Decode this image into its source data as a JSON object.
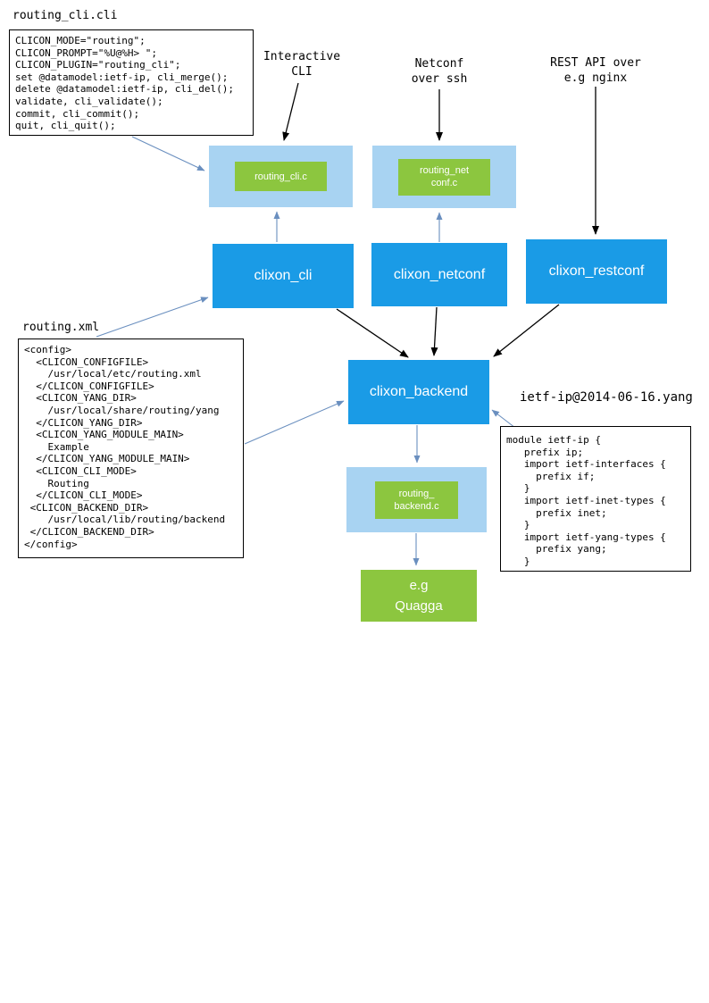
{
  "colors": {
    "node_blue": "#1a9be6",
    "panel_blue": "#a8d3f2",
    "accent_green": "#8cc63f",
    "arrow_blue": "#6a8fbf",
    "arrow_black": "#000000"
  },
  "files": {
    "cli": {
      "label": "routing_cli.cli",
      "code": "CLICON_MODE=\"routing\";\nCLICON_PROMPT=\"%U@%H> \";\nCLICON_PLUGIN=\"routing_cli\";\nset @datamodel:ietf-ip, cli_merge();\ndelete @datamodel:ietf-ip, cli_del();\nvalidate, cli_validate();\ncommit, cli_commit();\nquit, cli_quit();"
    },
    "xml": {
      "label": "routing.xml",
      "code": "<config>\n  <CLICON_CONFIGFILE>\n    /usr/local/etc/routing.xml\n  </CLICON_CONFIGFILE>\n  <CLICON_YANG_DIR>\n    /usr/local/share/routing/yang\n  </CLICON_YANG_DIR>\n  <CLICON_YANG_MODULE_MAIN>\n    Example\n  </CLICON_YANG_MODULE_MAIN>\n  <CLICON_CLI_MODE>\n    Routing\n  </CLICON_CLI_MODE>\n <CLICON_BACKEND_DIR>\n    /usr/local/lib/routing/backend\n </CLICON_BACKEND_DIR>\n</config>"
    },
    "yang": {
      "label": "ietf-ip@2014-06-16.yang",
      "code": "module ietf-ip {\n   prefix ip;\n   import ietf-interfaces {\n     prefix if;\n   }\n   import ietf-inet-types {\n     prefix inet;\n   }\n   import ietf-yang-types {\n     prefix yang;\n   }"
    }
  },
  "annotations": {
    "interactive_cli": "Interactive\nCLI",
    "netconf_ssh": "Netconf\nover ssh",
    "rest_api": "REST API over\ne.g nginx"
  },
  "nodes": {
    "clixon_cli": "clixon_cli",
    "clixon_netconf": "clixon_netconf",
    "clixon_restconf": "clixon_restconf",
    "clixon_backend": "clixon_backend",
    "quagga": "e.g\nQuagga"
  },
  "plugins": {
    "cli": "routing_cli.c",
    "netconf": "routing_net\nconf.c",
    "backend": "routing_\nbackend.c"
  }
}
